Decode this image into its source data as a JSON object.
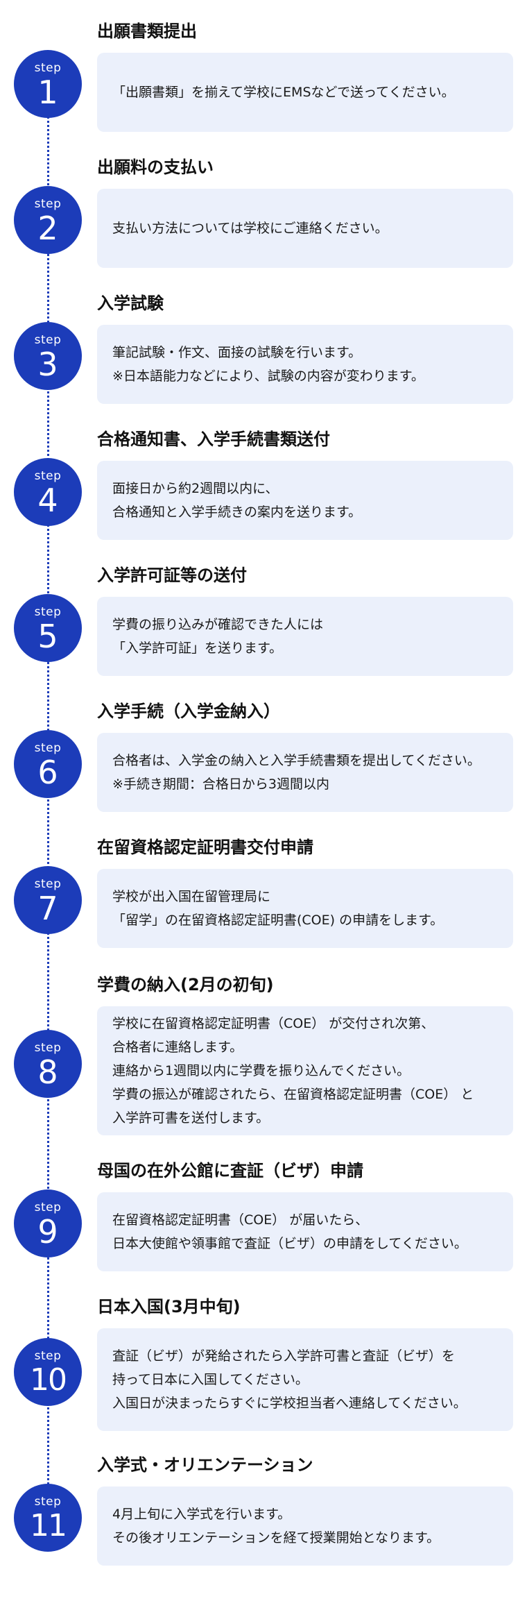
{
  "colors": {
    "accent": "#1c3cb9",
    "box_bg": "#ebf0fb",
    "text": "#1a1a1a"
  },
  "step_label": "step",
  "steps": [
    {
      "num": "1",
      "title": "出願書類提出",
      "lines": [
        "「出願書類」を揃えて学校にEMSなどで送ってください。"
      ]
    },
    {
      "num": "2",
      "title": "出願料の支払い",
      "lines": [
        "支払い方法については学校にご連絡ください。"
      ]
    },
    {
      "num": "3",
      "title": "入学試験",
      "lines": [
        "筆記試験・作文、面接の試験を行います。",
        "※日本語能力などにより、試験の内容が変わります。"
      ]
    },
    {
      "num": "4",
      "title": "合格通知書、入学手続書類送付",
      "lines": [
        "面接日から約2週間以内に、",
        "合格通知と入学手続きの案内を送ります。"
      ]
    },
    {
      "num": "5",
      "title": "入学許可証等の送付",
      "lines": [
        "学費の振り込みが確認できた人には",
        "「入学許可証」を送ります。"
      ]
    },
    {
      "num": "6",
      "title": "入学手続（入学金納入）",
      "lines": [
        "合格者は、入学金の納入と入学手続書類を提出してください。",
        "※手続き期間：合格日から3週間以内"
      ]
    },
    {
      "num": "7",
      "title": "在留資格認定証明書交付申請",
      "lines": [
        "学校が出入国在留管理局に",
        "「留学」の在留資格認定証明書(COE) の申請をします。"
      ]
    },
    {
      "num": "8",
      "title": "学費の納入(2月の初旬)",
      "lines": [
        "学校に在留資格認定証明書（COE） が交付され次第、",
        "合格者に連絡します。",
        "連絡から1週間以内に学費を振り込んでください。",
        "学費の振込が確認されたら、在留資格認定証明書（COE） と",
        "入学許可書を送付します。"
      ]
    },
    {
      "num": "9",
      "title": "母国の在外公館に査証（ビザ）申請",
      "lines": [
        "在留資格認定証明書（COE） が届いたら、",
        "日本大使館や領事館で査証（ビザ）の申請をしてください。"
      ]
    },
    {
      "num": "10",
      "title": "日本入国(3月中旬)",
      "lines": [
        "査証（ビザ）が発給されたら入学許可書と査証（ビザ）を",
        "持って日本に入国してください。",
        "入国日が決まったらすぐに学校担当者へ連絡してください。"
      ]
    },
    {
      "num": "11",
      "title": "入学式・オリエンテーション",
      "lines": [
        "4月上旬に入学式を行います。",
        "その後オリエンテーションを経て授業開始となります。"
      ]
    }
  ]
}
